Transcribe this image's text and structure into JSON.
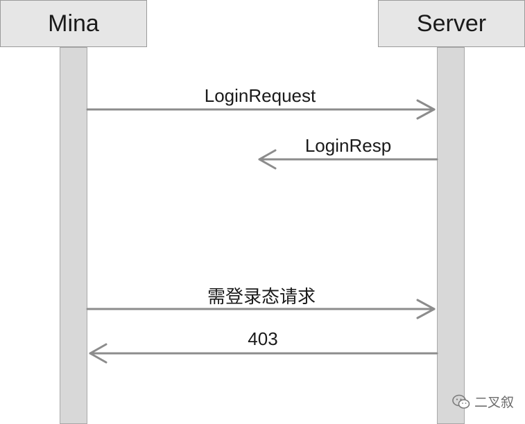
{
  "participants": {
    "client": "Mina",
    "server": "Server"
  },
  "messages": [
    {
      "label": "LoginRequest",
      "from": "client",
      "to": "server"
    },
    {
      "label": "LoginResp",
      "from": "server",
      "to": "client"
    },
    {
      "label": "需登录态请求",
      "from": "client",
      "to": "server"
    },
    {
      "label": "403",
      "from": "server",
      "to": "client"
    }
  ],
  "watermark": {
    "text": "二叉叙",
    "icon": "wechat-icon"
  }
}
